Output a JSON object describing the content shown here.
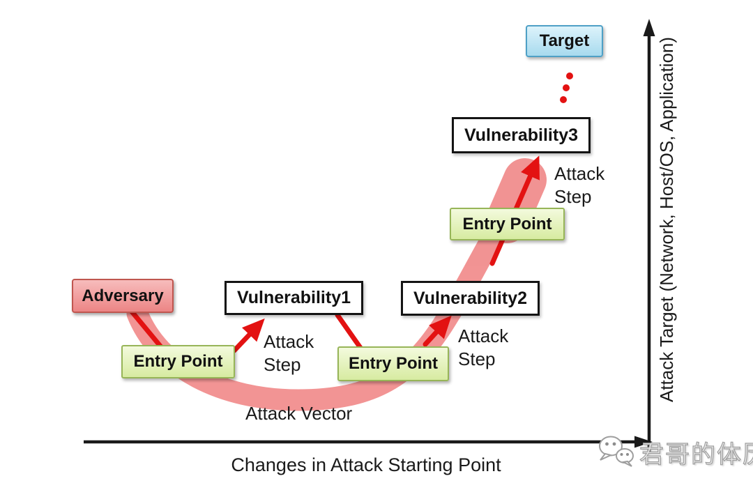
{
  "nodes": {
    "target": "Target",
    "adversary": "Adversary",
    "vulnerability1": "Vulnerability1",
    "vulnerability2": "Vulnerability2",
    "vulnerability3": "Vulnerability3",
    "entry_point_1": "Entry Point",
    "entry_point_2": "Entry Point",
    "entry_point_3": "Entry Point"
  },
  "annotations": {
    "attack_step_1": "Attack Step",
    "attack_step_2": "Attack Step",
    "attack_step_3": "Attack Step",
    "attack_vector": "Attack Vector"
  },
  "axes": {
    "x_label": "Changes in Attack Starting Point",
    "y_label": "Attack Target (Network, Host/OS, Application)"
  },
  "watermark": {
    "text": "君哥的体历",
    "icon": "wechat-chat-bubbles-icon"
  },
  "colors": {
    "arrow_red": "#e31212",
    "band_pink": "#ee7676",
    "axis_color": "#1a1a1a",
    "vuln_border": "#141414",
    "adversary_border": "#c0564f",
    "adversary_fill_top": "#f7bcbc",
    "adversary_fill_bottom": "#ec8585",
    "entry_border": "#97b558",
    "entry_fill_top": "#f3fadd",
    "entry_fill_bottom": "#d7eba1",
    "target_border": "#4ea0c6",
    "target_fill_top": "#ddf3fb",
    "target_fill_bottom": "#a7daee",
    "watermark_gray": "#9e9e9e"
  }
}
